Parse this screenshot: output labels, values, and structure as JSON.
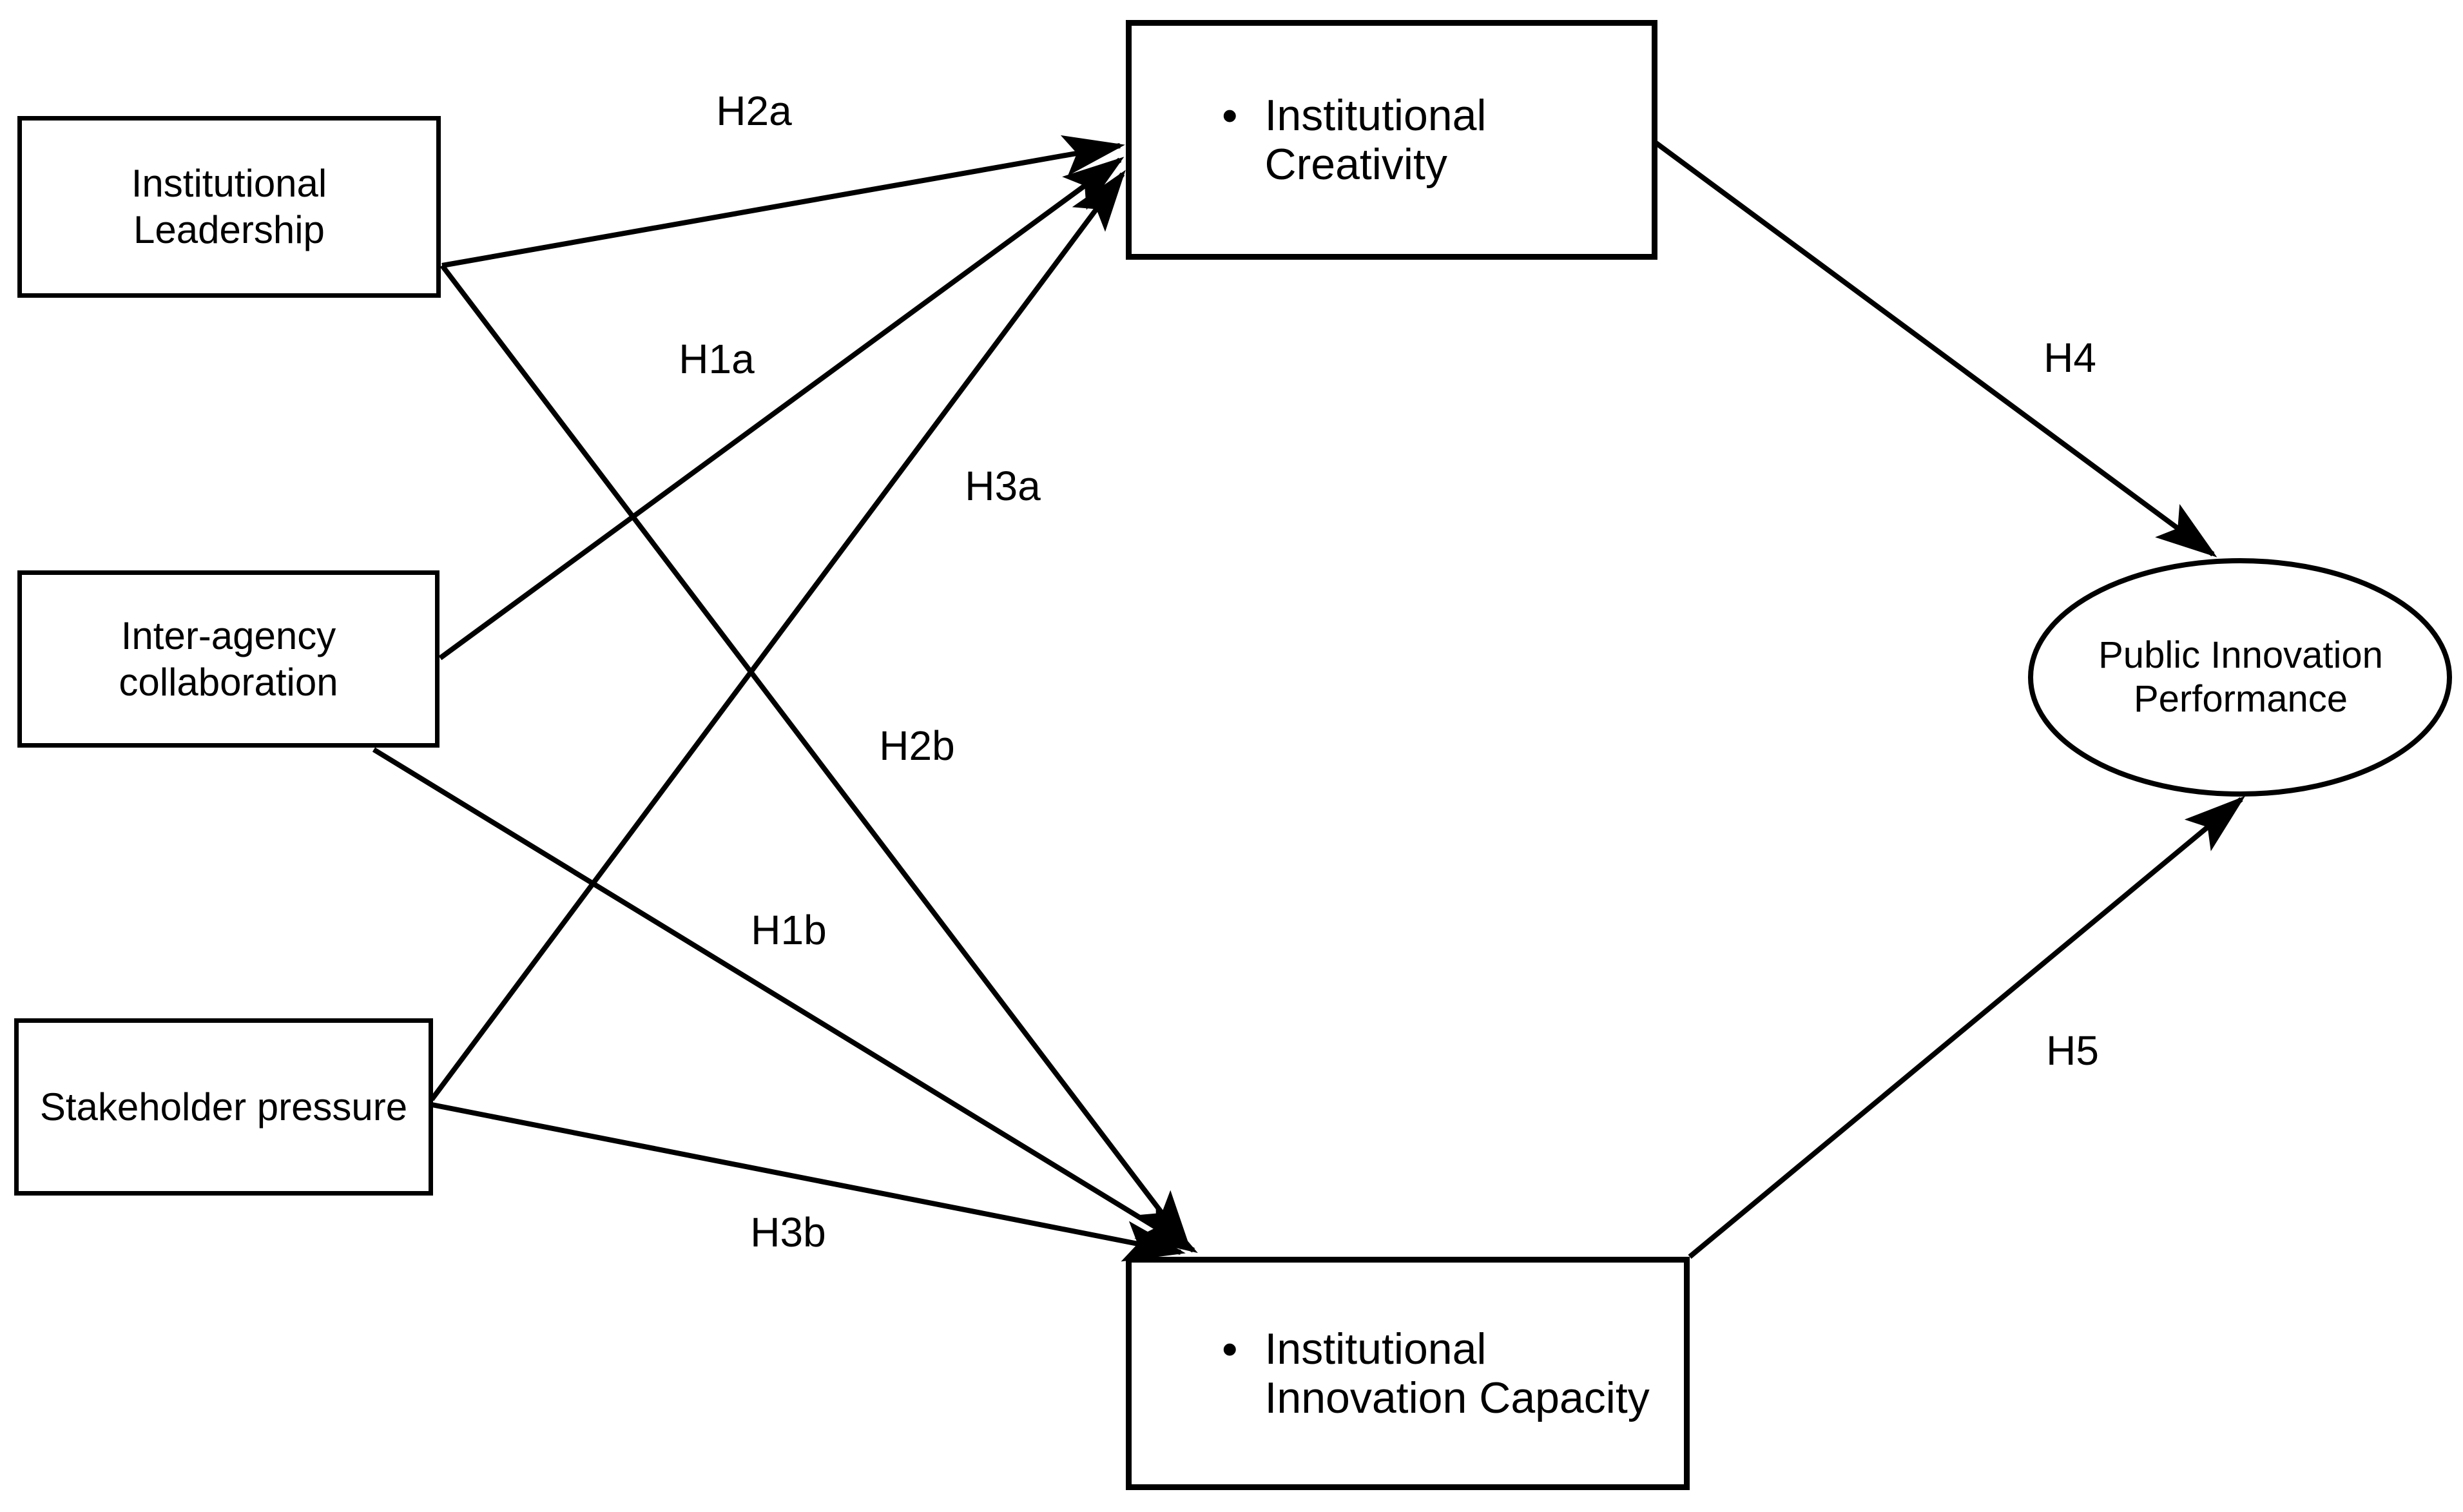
{
  "diagram": {
    "type": "conceptual-model",
    "colors": {
      "background": "#ffffff",
      "line": "#000000",
      "text": "#000000"
    },
    "nodes": {
      "institutional_leadership": {
        "label": "Institutional\nLeadership",
        "shape": "rectangle"
      },
      "inter_agency_collaboration": {
        "label": "Inter-agency\ncollaboration",
        "shape": "rectangle"
      },
      "stakeholder_pressure": {
        "label": "Stakeholder pressure",
        "shape": "rectangle"
      },
      "institutional_creativity": {
        "label": "Institutional\nCreativity",
        "bullet": "•",
        "shape": "rectangle"
      },
      "institutional_innovation_capacity": {
        "label": "Institutional\nInnovation Capacity",
        "bullet": "•",
        "shape": "rectangle"
      },
      "public_innovation_performance": {
        "label": "Public Innovation\nPerformance",
        "shape": "ellipse"
      }
    },
    "edges": [
      {
        "label": "H2a",
        "from": "institutional_leadership",
        "to": "institutional_creativity"
      },
      {
        "label": "H1a",
        "from": "inter_agency_collaboration",
        "to": "institutional_creativity"
      },
      {
        "label": "H3a",
        "from": "stakeholder_pressure",
        "to": "institutional_creativity"
      },
      {
        "label": "H2b",
        "from": "institutional_leadership",
        "to": "institutional_innovation_capacity"
      },
      {
        "label": "H1b",
        "from": "inter_agency_collaboration",
        "to": "institutional_innovation_capacity"
      },
      {
        "label": "H3b",
        "from": "stakeholder_pressure",
        "to": "institutional_innovation_capacity"
      },
      {
        "label": "H4",
        "from": "institutional_creativity",
        "to": "public_innovation_performance"
      },
      {
        "label": "H5",
        "from": "institutional_innovation_capacity",
        "to": "public_innovation_performance"
      }
    ]
  }
}
